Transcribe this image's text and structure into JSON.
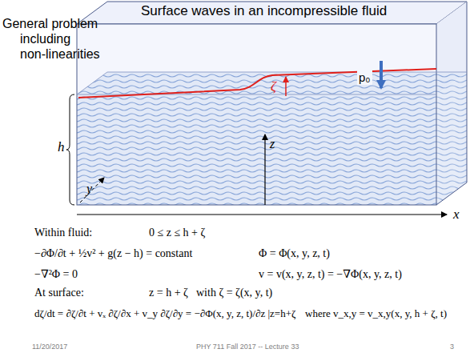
{
  "diagram": {
    "title": "Surface waves in an incompressible fluid",
    "labels": [
      "General problem including non-linearities",
      "p₀",
      "ζ",
      "h",
      "y",
      "z",
      "x",
      "Within fluid:",
      "0 ≤ z ≤ h + ζ",
      "−∂Φ/∂t + ½v² + g(z − h) = constant",
      "Φ = Φ(x, y, z, t)",
      "−∇²Φ = 0",
      "v = v(x, y, z, t) = −∇Φ(x, y, z, t)",
      "At surface:",
      "z = h + ζ",
      "with ζ = ζ(x, y, t)",
      "dζ/dt = ∂ζ/∂t + vₓ ∂ζ/∂x + v_y ∂ζ/∂y = −∂Φ(x, y, z, t)/∂z |z=h+ζ",
      "where v_x,y = v_x,y(x, y, h + ζ, t)",
      "11/20/2017",
      "PHY 711 Fall 2017 -- Lecture 33",
      "3"
    ]
  }
}
